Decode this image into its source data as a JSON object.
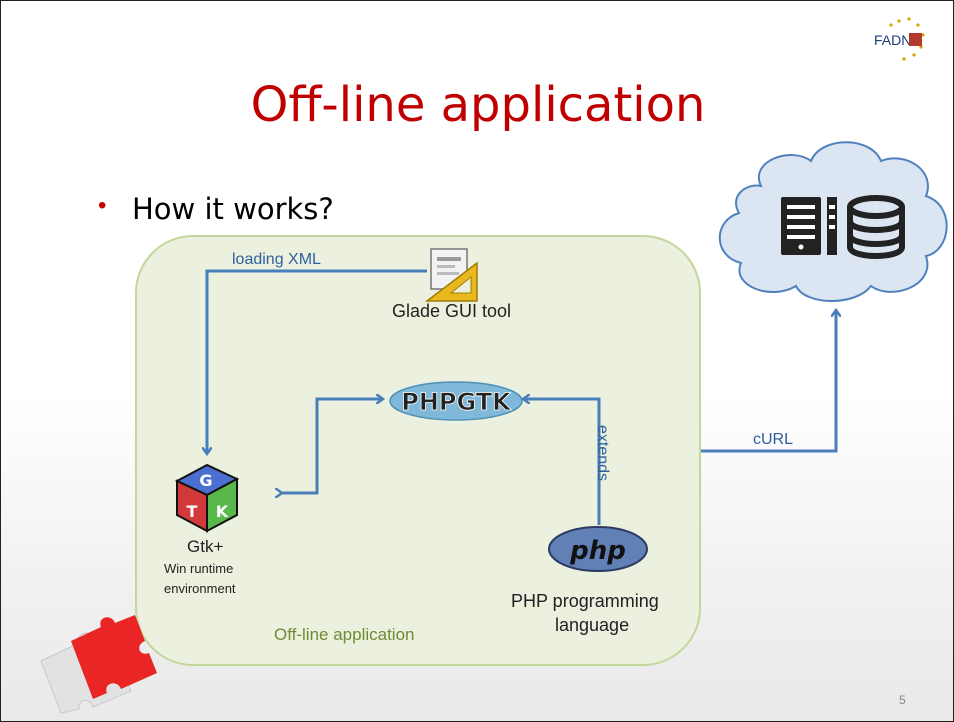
{
  "slide": {
    "title": "Off-line application",
    "bullet": "How it works?",
    "page_number": "5",
    "logo_text": "FADN",
    "accent_color": "#c00000"
  },
  "diagram": {
    "container_label": "Off-line application",
    "nodes": {
      "glade": {
        "label": "Glade GUI tool",
        "icon": "glade-icon"
      },
      "phpgtk": {
        "label": "PHPGTK",
        "icon": "phpgtk-logo"
      },
      "gtk": {
        "label": "Gtk+",
        "sublabel_1": "Win runtime",
        "sublabel_2": "environment",
        "icon": "gtk-cube-icon"
      },
      "php": {
        "logo": "php",
        "label_1": "PHP programming",
        "label_2": "language"
      },
      "cloud": {
        "icon": "server-database-icon"
      }
    },
    "edges": {
      "loading_xml": "loading XML",
      "extends": "extends",
      "curl": "cURL"
    },
    "colors": {
      "arrow": "#4a7ebb",
      "container_fill": "#ebf1de",
      "container_border": "#c3d69b",
      "cloud_fill": "#dce6f2",
      "cloud_border": "#4f81bd"
    }
  }
}
